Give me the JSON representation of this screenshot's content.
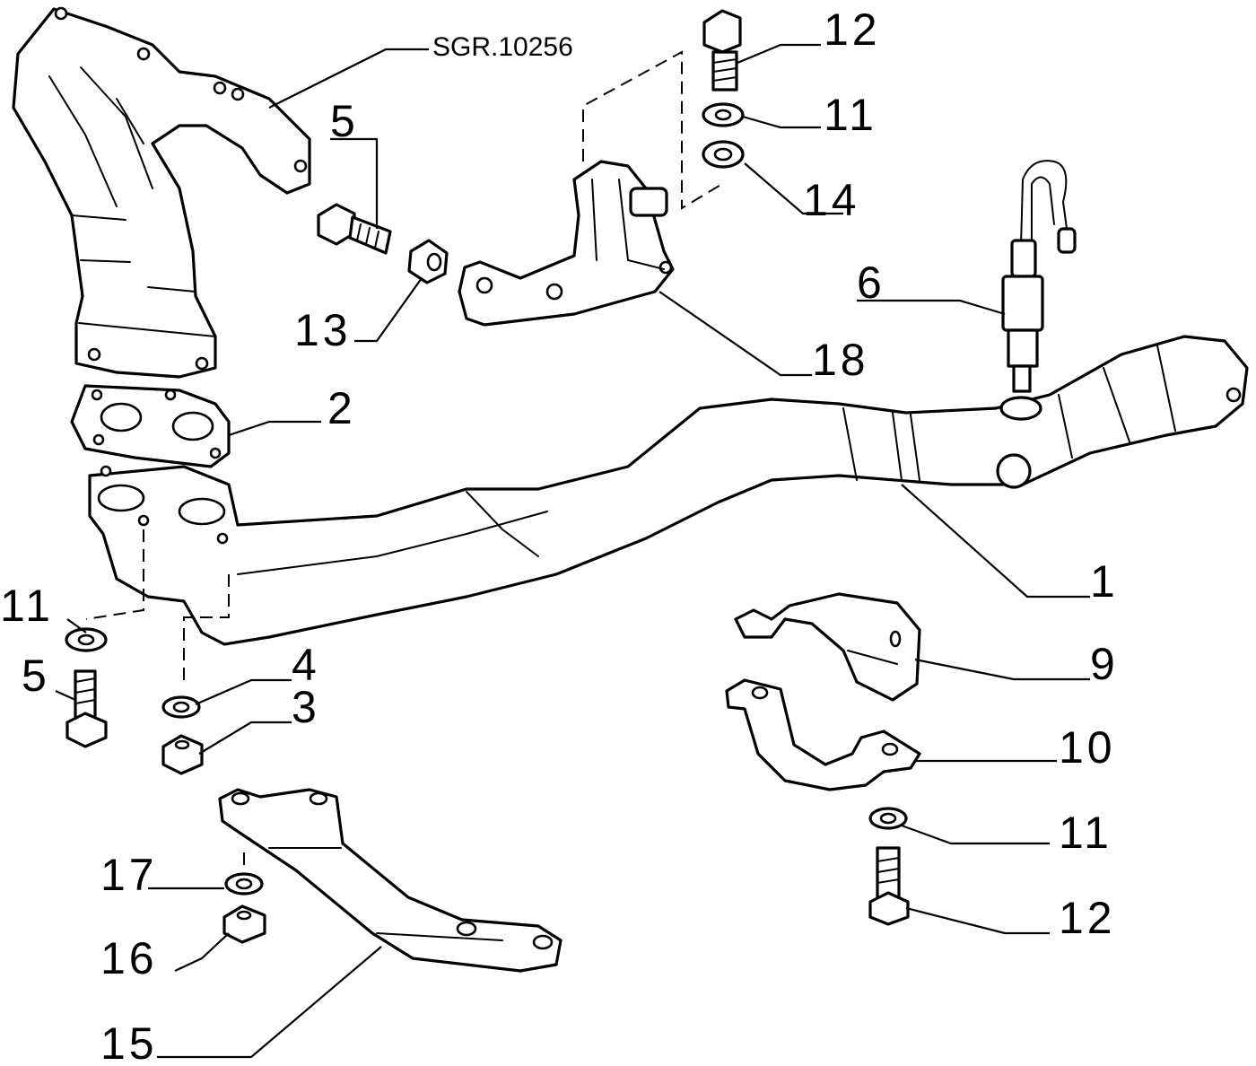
{
  "diagram": {
    "reference_code": "SGR.10256",
    "callouts": [
      "12",
      "11",
      "14",
      "5",
      "6",
      "13",
      "18",
      "2",
      "1",
      "11",
      "5",
      "4",
      "3",
      "9",
      "10",
      "11",
      "17",
      "16",
      "12",
      "15"
    ]
  }
}
